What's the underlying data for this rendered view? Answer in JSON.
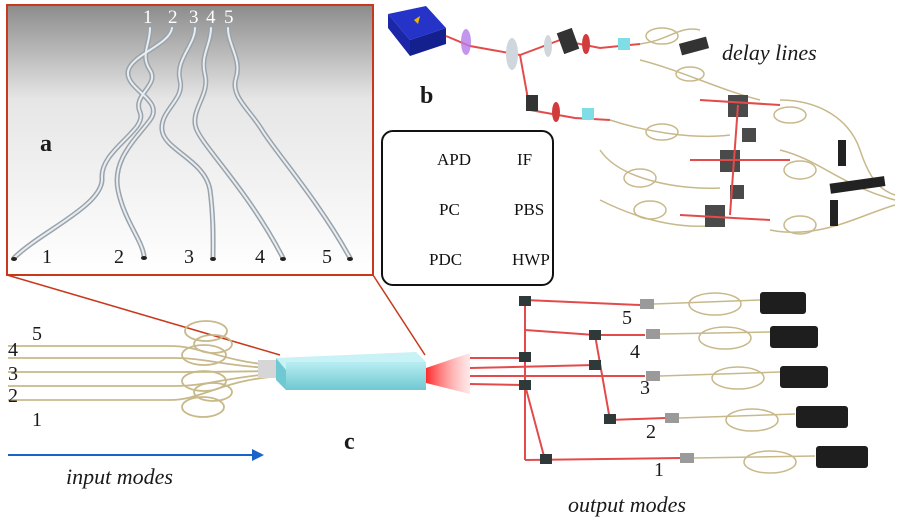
{
  "panels": {
    "a": "a",
    "b": "b",
    "c": "c"
  },
  "chip_top_labels": [
    "1",
    "2",
    "3",
    "4",
    "5"
  ],
  "chip_bottom_labels": [
    "1",
    "2",
    "3",
    "4",
    "5"
  ],
  "delay_lines_label": "delay lines",
  "input_modes_label": "input modes",
  "output_modes_label": "output modes",
  "input_labels": [
    "5",
    "4",
    "3",
    "2",
    "1"
  ],
  "output_labels": [
    "5",
    "4",
    "3",
    "2",
    "1"
  ],
  "legend": {
    "apd": "APD",
    "if": "IF",
    "pc": "PC",
    "pbs": "PBS",
    "pdc": "PDC",
    "hwp": "HWP"
  },
  "colors": {
    "frame_red": "#c8391c",
    "beam_red": "#e34b4b",
    "fiber": "#c7b98a",
    "chip_cyan": "#8fd7de",
    "arrow_blue": "#1a63c8",
    "laser_blue": "#2633c9"
  }
}
